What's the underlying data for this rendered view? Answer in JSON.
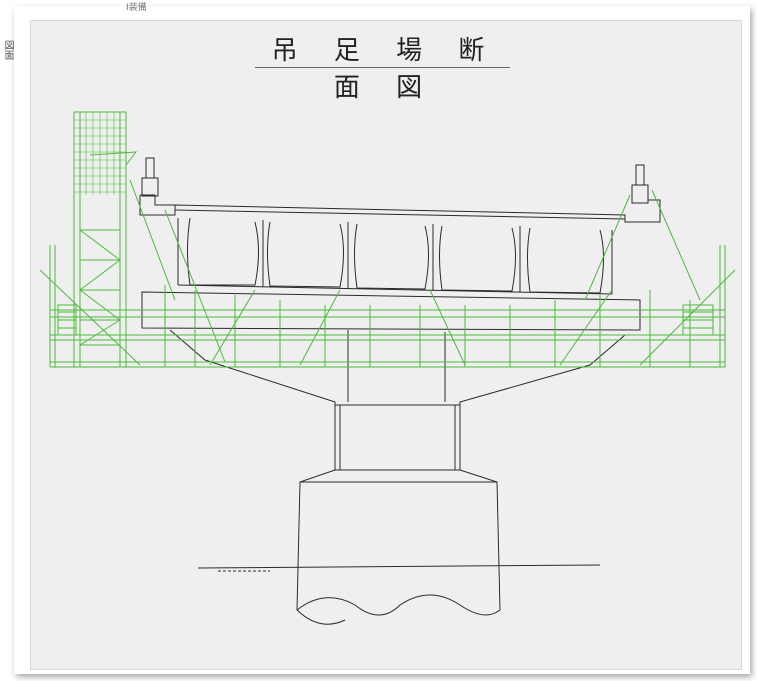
{
  "title": "吊 足 場 断 面 図",
  "header_stamp": "I装備",
  "edge_mark": "図面",
  "colors": {
    "structure": "#2b2b2b",
    "scaffold": "#4cbb3c",
    "background": "#efefef"
  }
}
